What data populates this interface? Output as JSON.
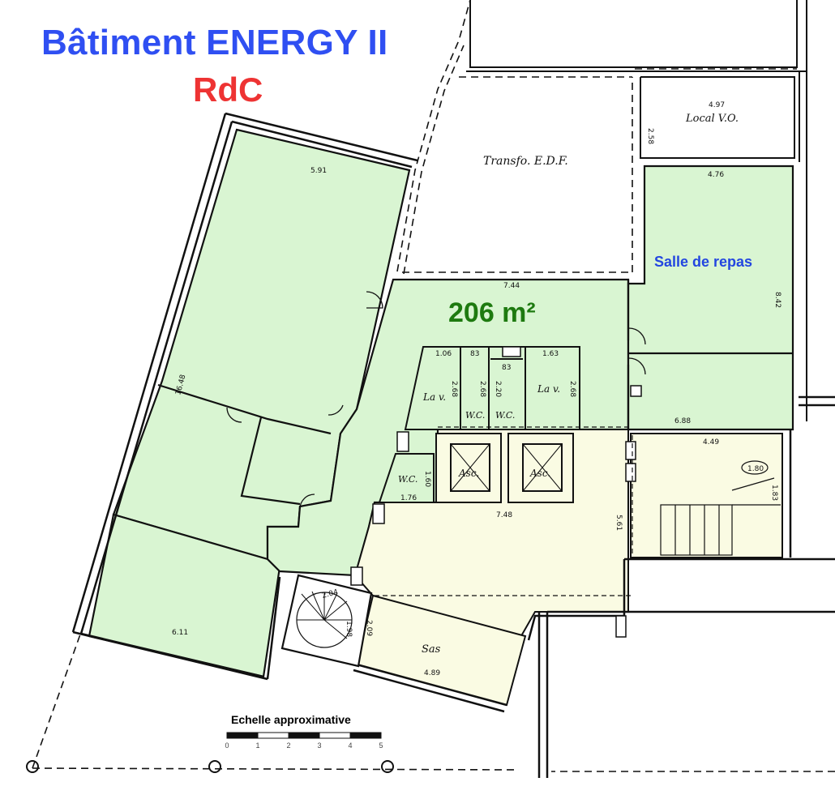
{
  "header": {
    "title": "Bâtiment ENERGY II",
    "subtitle": "RdC"
  },
  "annotations": {
    "area": "206 m²",
    "room_title": "Salle de repas"
  },
  "rooms": {
    "transfo": "Transfo. E.D.F.",
    "local_vo": "Local V.O.",
    "lav_left": "La v.",
    "lav_right": "La v.",
    "wc_1": "W.C.",
    "wc_2": "W.C.",
    "wc_3": "W.C.",
    "asc_1": "Asc.",
    "asc_2": "Asc.",
    "sas": "Sas"
  },
  "dimensions": {
    "d591": "5.91",
    "d497": "4.97",
    "d258": "2.58",
    "d476": "4.76",
    "d744": "7.44",
    "d842": "8.42",
    "d1648": "16.48",
    "d106": "1.06",
    "d83a": "83",
    "d83b": "83",
    "d163": "1.63",
    "d268a": "2.68",
    "d268b": "2.68",
    "d220": "2.20",
    "d268c": "2.68",
    "d688": "6.88",
    "d449": "4.49",
    "d180": "1.80",
    "d183": "1.83",
    "d160": "1.60",
    "d176": "1.76",
    "d748": "7.48",
    "d561": "5.61",
    "d204": "2.04",
    "d198": "1.98",
    "d209": "2.09",
    "d611": "6.11",
    "d489": "4.89"
  },
  "scale": {
    "title": "Echelle approximative",
    "ticks": [
      "0",
      "1",
      "2",
      "3",
      "4",
      "5"
    ]
  },
  "colors": {
    "title": "#2f4ff2",
    "subtitle": "#ee3333",
    "area_label": "#1e7a10",
    "room_title": "#2346e0",
    "green_fill": "#d9f5d2",
    "cream_fill": "#fafbe3",
    "wall": "#111111"
  }
}
